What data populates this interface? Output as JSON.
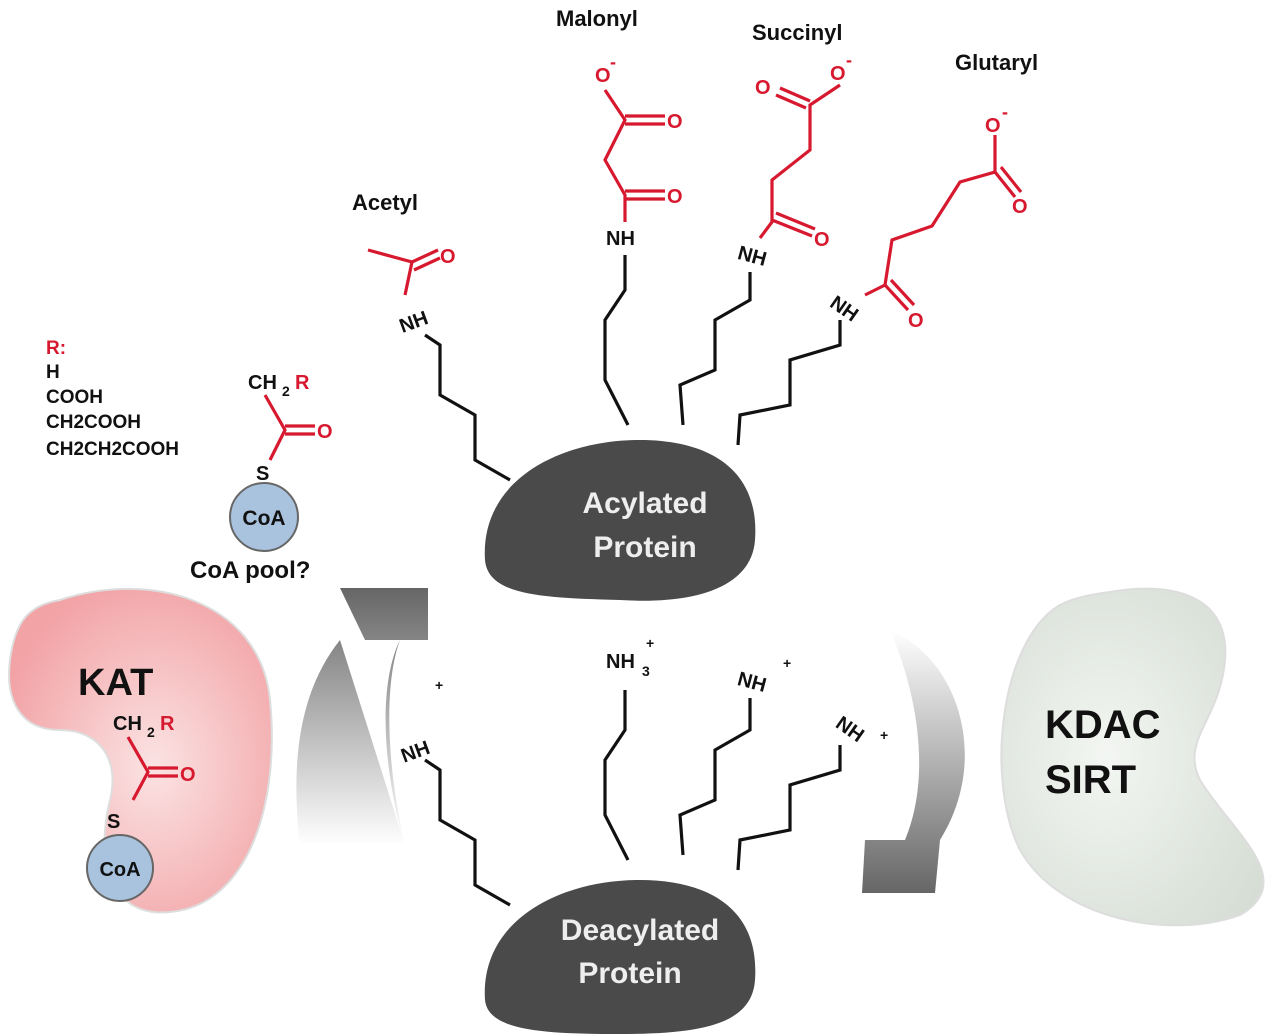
{
  "labels": {
    "malonyl": "Malonyl",
    "succinyl": "Succinyl",
    "glutaryl": "Glutaryl",
    "acetyl": "Acetyl",
    "acylated_line1": "Acylated",
    "acylated_line2": "Protein",
    "deacylated_line1": "Deacylated",
    "deacylated_line2": "Protein",
    "kat": "KAT",
    "kdac": "KDAC",
    "sirt": "SIRT",
    "coa_pool": "CoA pool?",
    "coa": "CoA"
  },
  "r_groups": {
    "title": "R:",
    "items": [
      "H",
      "COOH",
      "CH2COOH",
      "CH2CH2COOH"
    ]
  },
  "atoms": {
    "nh": "NH",
    "nh3": "NH",
    "o": "O",
    "o_minus": "O",
    "s": "S",
    "ch2": "CH",
    "r": "R",
    "sub2": "2",
    "sub3": "3",
    "plus": "+",
    "minus": "-"
  },
  "colors": {
    "acyl_red": "#d7192f",
    "protein": "#4a4a4a",
    "kat": "#f2a5a8",
    "kdac": "#dfe6df",
    "coa": "#a9c3de"
  }
}
